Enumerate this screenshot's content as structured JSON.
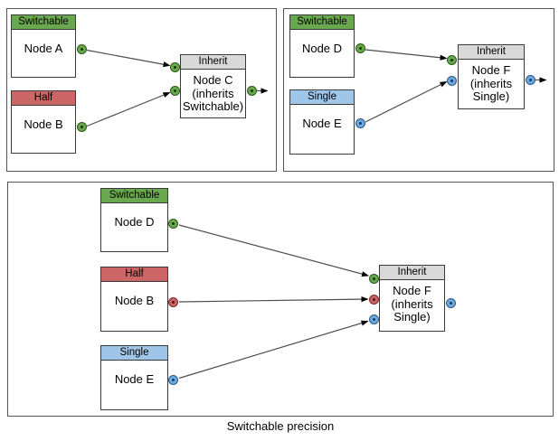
{
  "caption": "Switchable precision",
  "colors": {
    "switchable": "#6aa84f",
    "half": "#cc6666",
    "single_header": "#9fc5e8",
    "single_port": "#6fa8dc",
    "inherit_header": "#d9d9d9"
  },
  "panels": [
    {
      "nodes": [
        {
          "type": "Switchable",
          "label": "Node A"
        },
        {
          "type": "Half",
          "label": "Node B"
        },
        {
          "type": "Inherit",
          "label": "Node C\n(inherits\nSwitchable)"
        }
      ]
    },
    {
      "nodes": [
        {
          "type": "Switchable",
          "label": "Node D"
        },
        {
          "type": "Single",
          "label": "Node E"
        },
        {
          "type": "Inherit",
          "label": "Node F\n(inherits\nSingle)"
        }
      ]
    },
    {
      "nodes": [
        {
          "type": "Switchable",
          "label": "Node D"
        },
        {
          "type": "Half",
          "label": "Node B"
        },
        {
          "type": "Single",
          "label": "Node E"
        },
        {
          "type": "Inherit",
          "label": "Node F\n(inherits\nSingle)"
        }
      ]
    }
  ]
}
